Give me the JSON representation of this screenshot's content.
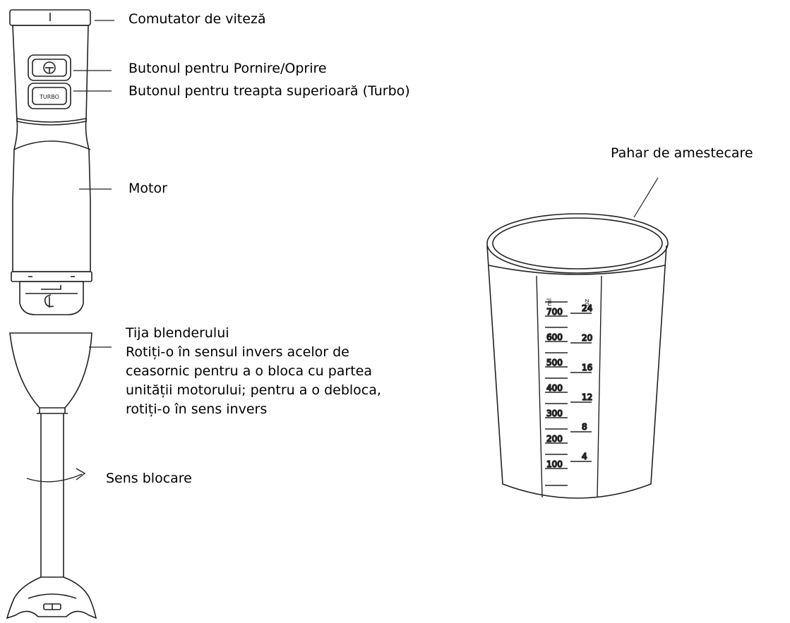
{
  "labels": {
    "speed_switch": "Comutator de viteză",
    "power_button": "Butonul pentru Pornire/Oprire",
    "turbo_button": "Butonul pentru treapta superioară (Turbo)",
    "motor": "Motor",
    "blender_shaft_title": "Tija blenderului",
    "blender_shaft_line1": "Rotiți-o în sensul invers acelor de",
    "blender_shaft_line2": "ceasornic pentru a o bloca cu partea",
    "blender_shaft_line3": "unității motorului; pentru a o debloca,",
    "blender_shaft_line4": "rotiți-o în sens invers",
    "lock_direction": "Sens blocare",
    "mixing_cup": "Pahar de amestecare"
  },
  "device": {
    "turbo_button_text": "TURBO"
  },
  "cup": {
    "ml_unit": "ml",
    "oz_unit": "oz",
    "ml_marks": [
      "700",
      "600",
      "500",
      "400",
      "300",
      "200",
      "100"
    ],
    "oz_marks": [
      "24",
      "20",
      "16",
      "12",
      "8",
      "4"
    ]
  }
}
